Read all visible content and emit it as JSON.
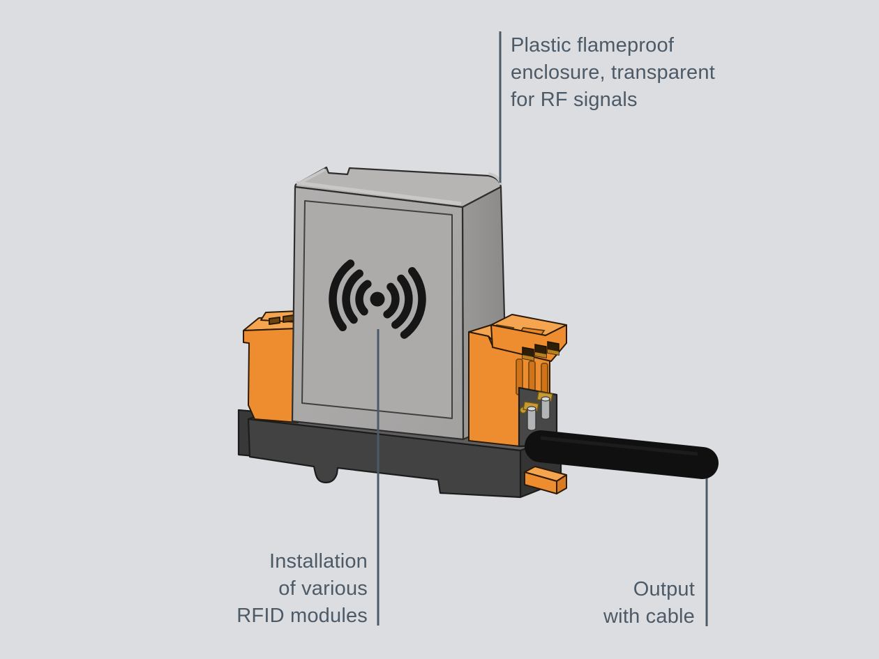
{
  "colors": {
    "background": "#DCDDE0",
    "annotation_text": "#4C5A68",
    "annotation_line": "#4C5A68",
    "accent_orange": "#EE8D30",
    "accent_orange_top": "#F5A54F",
    "accent_orange_side": "#D97B22",
    "enclosure_gray": "#A7A6A5",
    "enclosure_side_gray": "#8F8E8D",
    "enclosure_top_gray": "#B6B5B3",
    "base_dark_gray": "#424242",
    "cable_black": "#101010",
    "icon_black": "#161616"
  },
  "icons": {
    "rfid_signal_icon": "concentric radio-wave arcs around a center dot"
  },
  "annotations": {
    "enclosure": {
      "lines": [
        "Plastic flameproof",
        "enclosure, transparent",
        "for RF signals"
      ]
    },
    "installation": {
      "lines": [
        "Installation",
        "of various",
        "RFID modules"
      ]
    },
    "output": {
      "lines": [
        "Output",
        "with cable"
      ]
    }
  }
}
